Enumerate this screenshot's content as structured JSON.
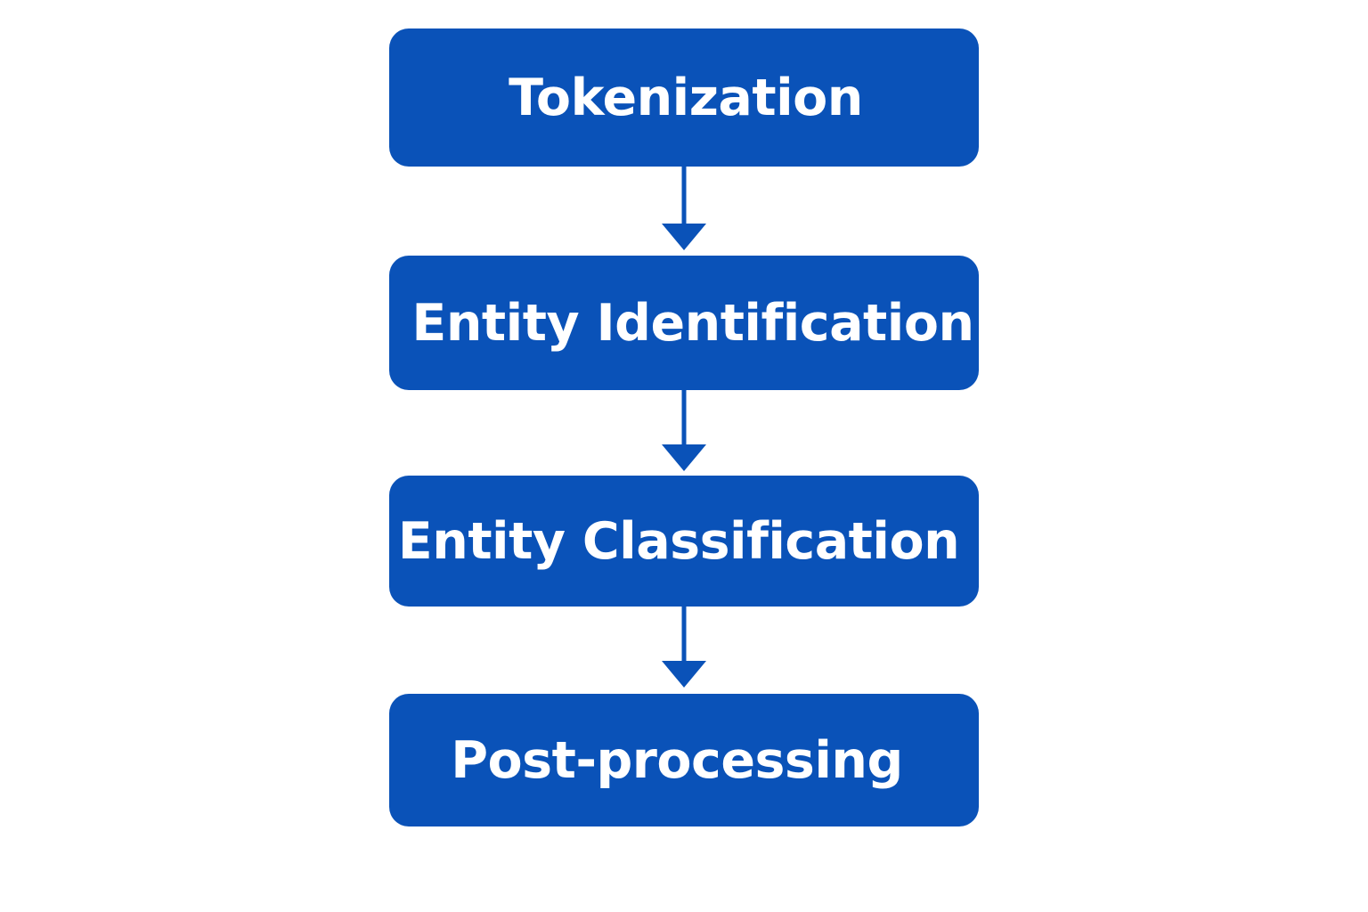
{
  "flow": {
    "accent_color": "#0a52b8",
    "text_color": "#ffffff",
    "background": "#ffffff",
    "steps": [
      {
        "label": "Tokenization"
      },
      {
        "label": "Entity Identification"
      },
      {
        "label": "Entity Classification"
      },
      {
        "label": "Post-processing"
      }
    ],
    "connector": "arrow-down"
  }
}
